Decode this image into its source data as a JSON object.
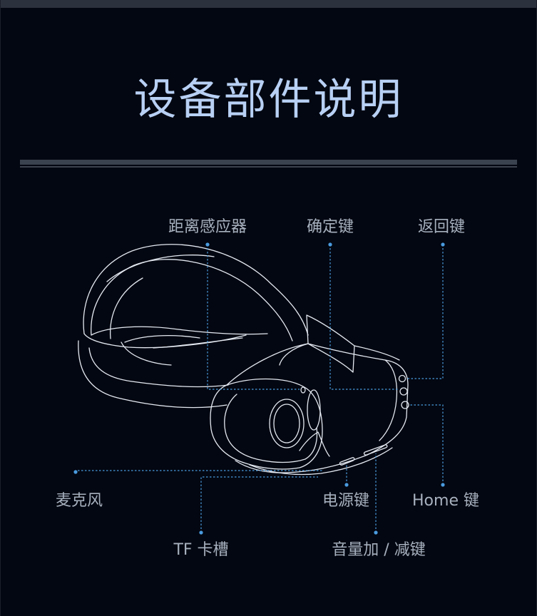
{
  "title": "设备部件说明",
  "parts": {
    "distance_sensor": "距离感应器",
    "confirm_key": "确定键",
    "back_key": "返回键",
    "microphone": "麦克风",
    "power_key": "电源键",
    "home_key": "Home 键",
    "tf_slot": "TF 卡槽",
    "volume_key": "音量加 / 减键"
  },
  "colors": {
    "background": "#030711",
    "title": "#b8d0f4",
    "label": "#a7b0be",
    "leader": "#4a9bdf",
    "outline": "#e4e9f1"
  }
}
